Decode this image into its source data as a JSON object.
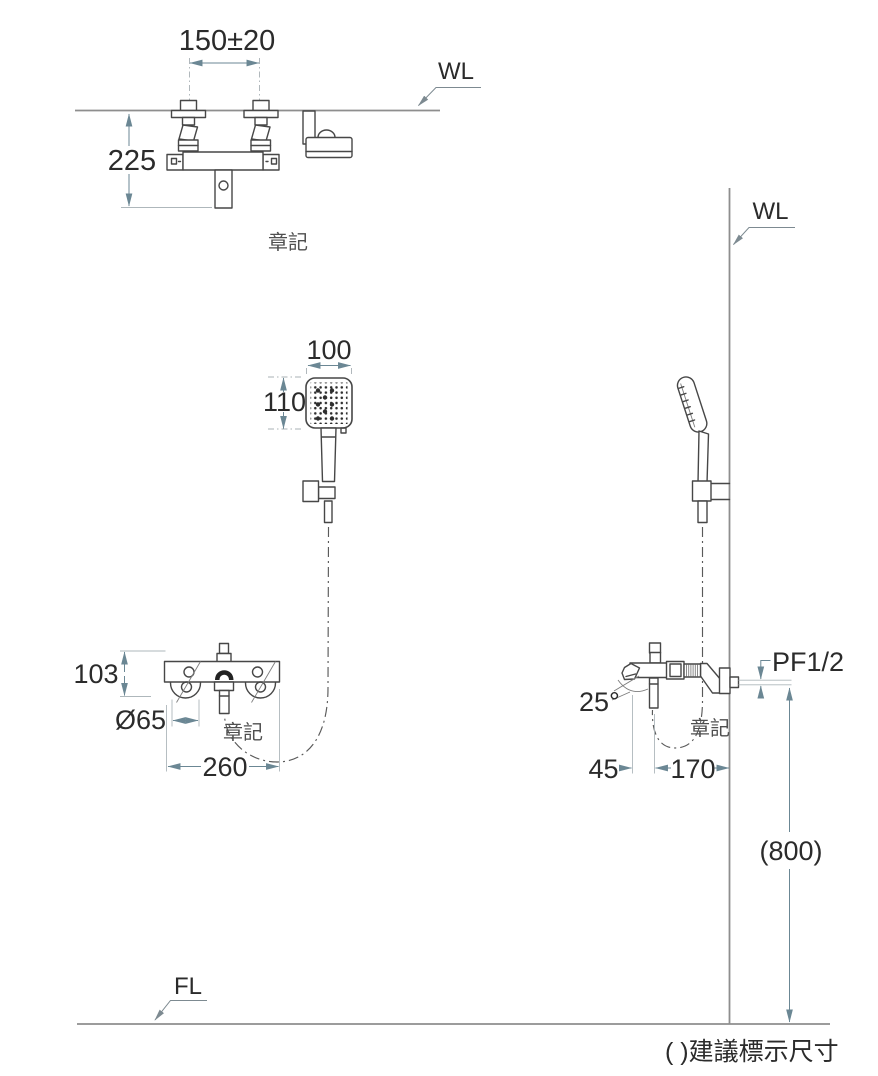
{
  "drawing": {
    "labels": {
      "wall_line_top": "WL",
      "wall_line_side": "WL",
      "floor_line": "FL",
      "note": "( )建議標示尺寸",
      "brand_top": "章記",
      "brand_front": "章記",
      "brand_side": "章記"
    },
    "dimensions": {
      "supply_center_distance": "150±20",
      "top_view_depth": "225",
      "head_width": "100",
      "head_length": "110",
      "valve_height": "103",
      "escutcheon_diameter": "Ø65",
      "valve_width": "260",
      "spout_angle": "25°",
      "spout_offset": "45",
      "valve_wall_depth": "170",
      "thread_size": "PF1/2",
      "suggested_height": "(800)"
    }
  }
}
